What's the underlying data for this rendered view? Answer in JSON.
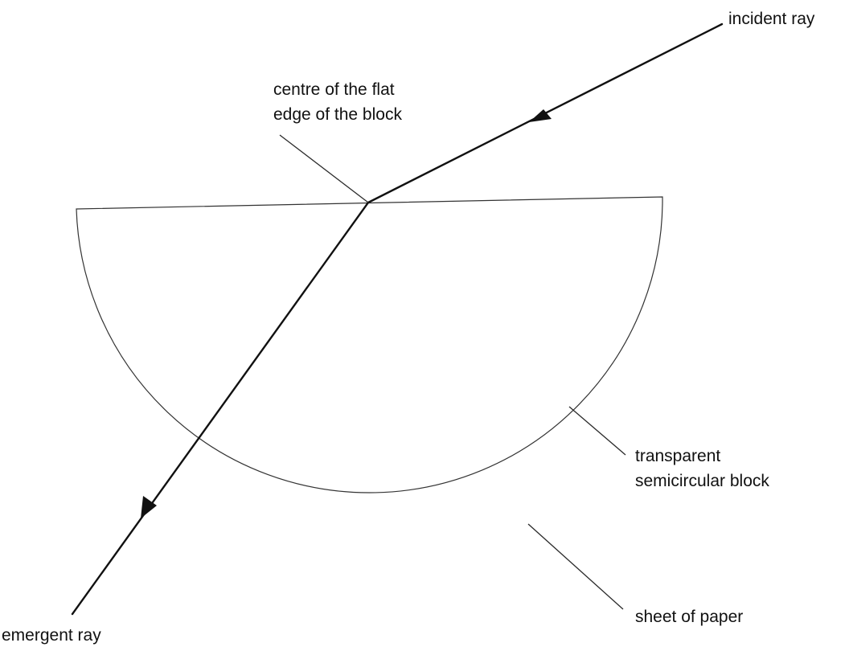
{
  "labels": {
    "incident_ray": "incident ray",
    "centre_line1": "centre of the flat",
    "centre_line2": "edge of the block",
    "block_line1": "transparent",
    "block_line2": "semicircular block",
    "paper": "sheet of paper",
    "emergent_ray": "emergent ray"
  }
}
